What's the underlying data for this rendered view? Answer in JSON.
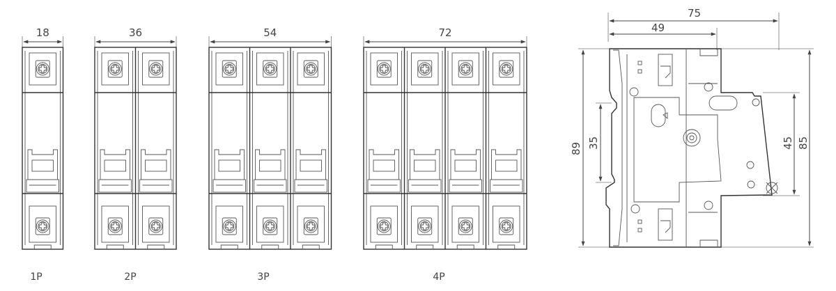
{
  "front_views": [
    {
      "pole_label": "1P",
      "width_label": "18",
      "poles": 1
    },
    {
      "pole_label": "2P",
      "width_label": "36",
      "poles": 2
    },
    {
      "pole_label": "3P",
      "width_label": "54",
      "poles": 3
    },
    {
      "pole_label": "4P",
      "width_label": "72",
      "poles": 4
    }
  ],
  "side_view": {
    "overall_depth": "75",
    "front_depth": "49",
    "overall_height": "89",
    "rail_width": "35",
    "front_height": "45",
    "body_height": "85"
  },
  "colors": {
    "line": "#333333",
    "dimension": "#444444"
  }
}
